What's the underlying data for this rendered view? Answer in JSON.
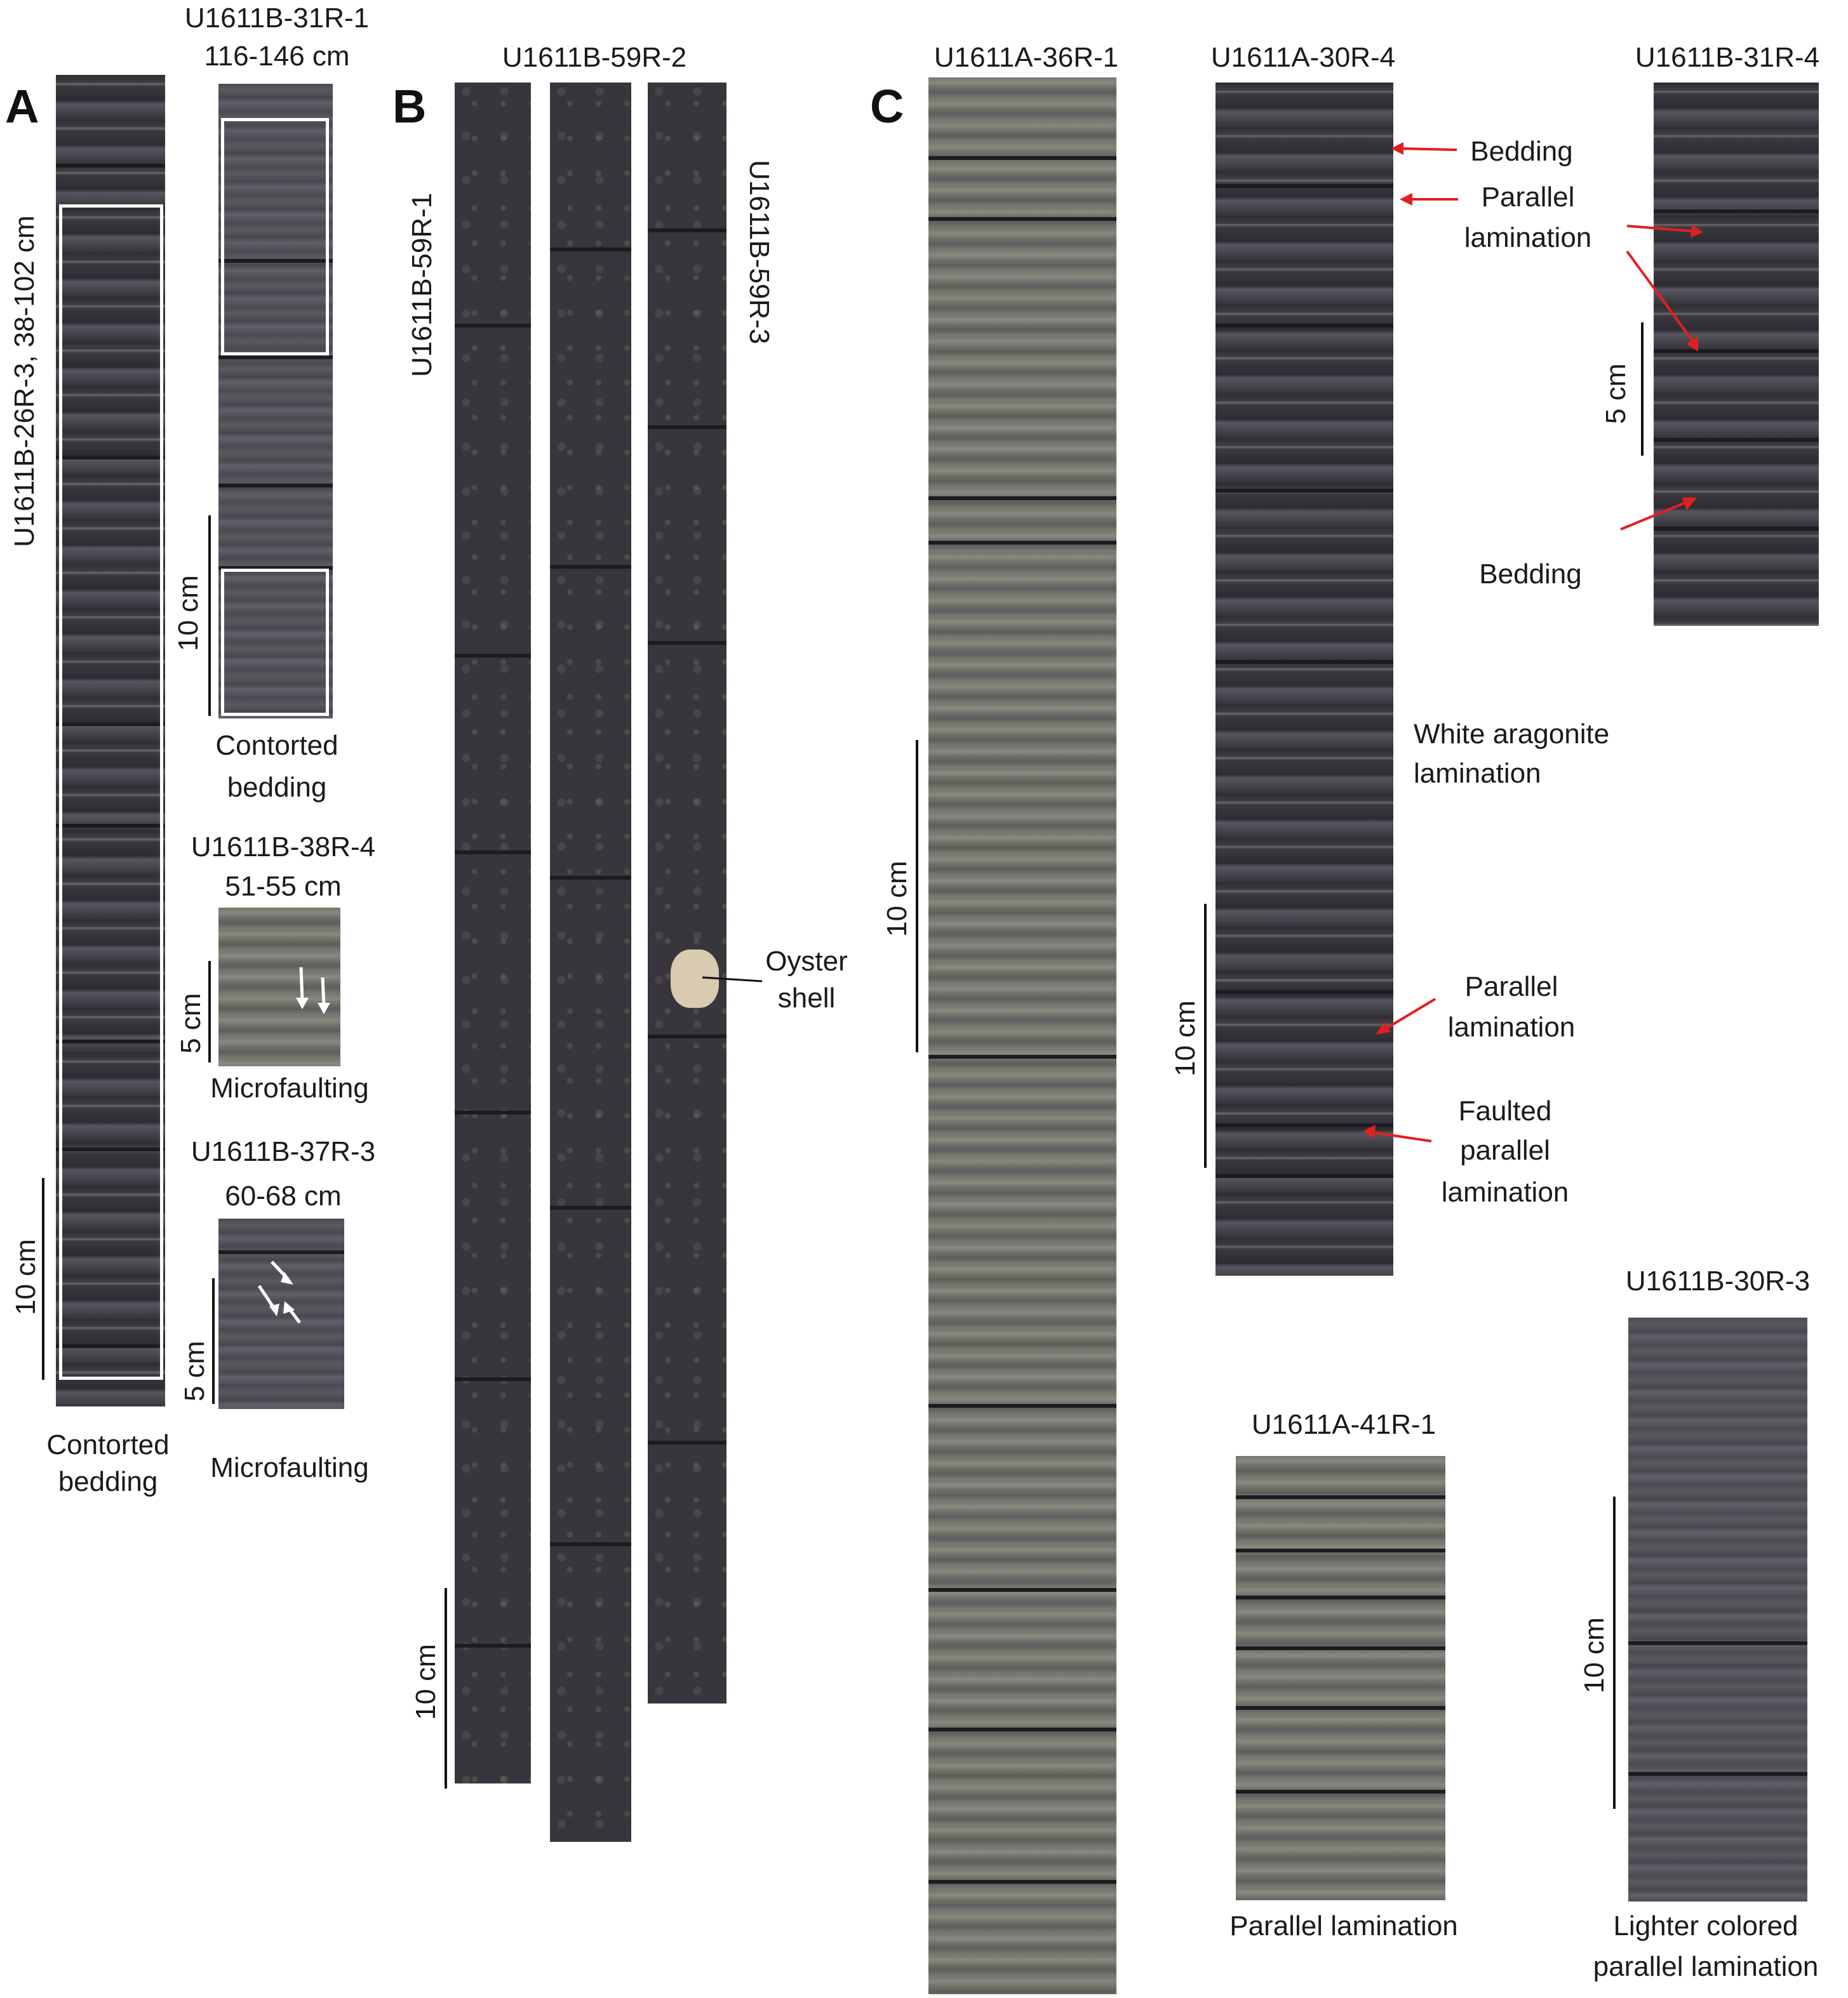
{
  "panels": {
    "A": {
      "letter": "A",
      "core_main_label": "U1611B-26R-3, 38-102 cm",
      "core_main_caption_1": "Contorted",
      "core_main_caption_2": "bedding",
      "core_main_scale": "10 cm",
      "core2_title_1": "U1611B-31R-1",
      "core2_title_2": "116-146 cm",
      "core2_scale": "10 cm",
      "core2_caption_1": "Contorted",
      "core2_caption_2": "bedding",
      "core3_title_1": "U1611B-38R-4",
      "core3_title_2": "51-55 cm",
      "core3_scale": "5 cm",
      "core3_caption": "Microfaulting",
      "core4_title_1": "U1611B-37R-3",
      "core4_title_2": "60-68 cm",
      "core4_scale": "5 cm",
      "core4_caption": "Microfaulting"
    },
    "B": {
      "letter": "B",
      "core_title": "U1611B-59R-2",
      "core_left_label": "U1611B-59R-1",
      "core_right_label": "U1611B-59R-3",
      "scale": "10 cm",
      "annotation_1": "Oyster",
      "annotation_2": "shell"
    },
    "C": {
      "letter": "C",
      "core1_title": "U1611A-36R-1",
      "core1_scale": "10 cm",
      "core2_title": "U1611A-30R-4",
      "core2_scale": "10 cm",
      "core2_ann_bedding": "Bedding",
      "core2_ann_parallel_1": "Parallel",
      "core2_ann_parallel_2": "lamination",
      "core2_ann_white_1": "White aragonite",
      "core2_ann_white_2": "lamination",
      "core2_ann_parallel_b1": "Parallel",
      "core2_ann_parallel_b2": "lamination",
      "core2_ann_faulted_1": "Faulted",
      "core2_ann_faulted_2": "parallel",
      "core2_ann_faulted_3": "lamination",
      "core3_title": "U1611B-31R-4",
      "core3_scale": "5 cm",
      "core3_ann_bedding": "Bedding",
      "core4_title": "U1611A-41R-1",
      "core4_caption": "Parallel lamination",
      "core5_title": "U1611B-30R-3",
      "core5_scale": "10 cm",
      "core5_caption_1": "Lighter colored",
      "core5_caption_2": "parallel lamination"
    }
  },
  "colors": {
    "annotation_arrow": "#e02020",
    "fault_arrow": "#ffffff",
    "highlight_box": "#ffffff"
  }
}
